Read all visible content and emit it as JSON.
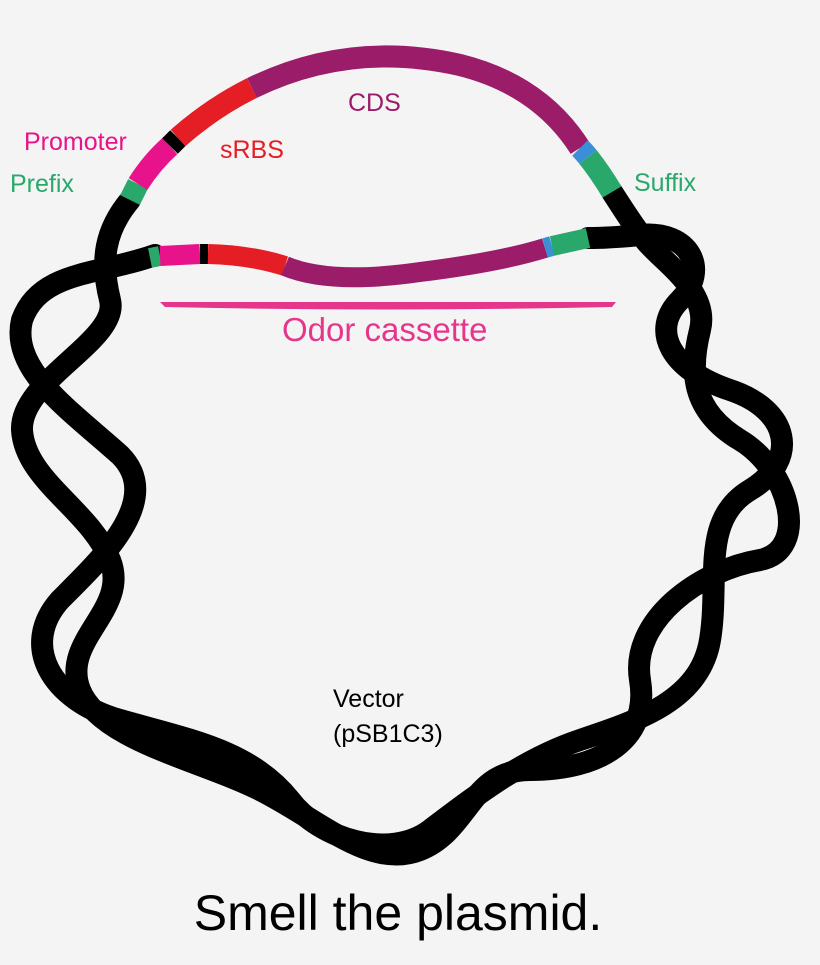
{
  "labels": {
    "promoter": "Promoter",
    "prefix": "Prefix",
    "srbs": "sRBS",
    "cds": "CDS",
    "suffix": "Suffix",
    "odor_cassette": "Odor cassette",
    "vector_name": "Vector",
    "vector_id": "(pSB1C3)"
  },
  "caption": "Smell the plasmid.",
  "colors": {
    "background": "#f4f4f4",
    "dna": "#000000",
    "prefix": "#2aa86c",
    "promoter": "#e8138a",
    "srbs": "#e51d25",
    "cds": "#9b1d6a",
    "suffix": "#2aa86c",
    "scar": "#3b8fd6",
    "odor_cassette": "#e6368c"
  }
}
